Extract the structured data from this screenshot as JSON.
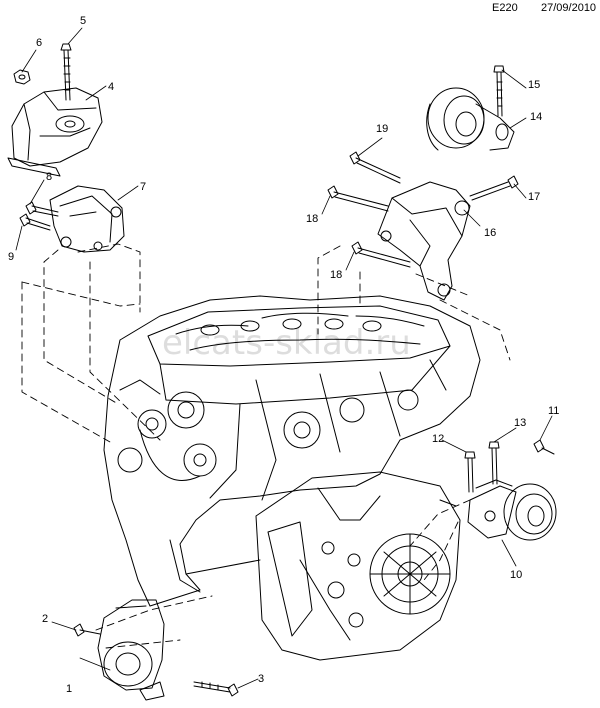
{
  "header": {
    "code": "E220",
    "date": "27/09/2010"
  },
  "watermark": "elcats-sklad.ru",
  "callouts": {
    "c1": "1",
    "c2": "2",
    "c3": "3",
    "c4": "4",
    "c5": "5",
    "c6": "6",
    "c7": "7",
    "c8": "8",
    "c9": "9",
    "c10": "10",
    "c11": "11",
    "c12": "12",
    "c13": "13",
    "c14": "14",
    "c15": "15",
    "c16": "16",
    "c17": "17",
    "c18a": "18",
    "c18b": "18",
    "c19": "19"
  },
  "colors": {
    "line": "#000000",
    "background": "#ffffff"
  }
}
